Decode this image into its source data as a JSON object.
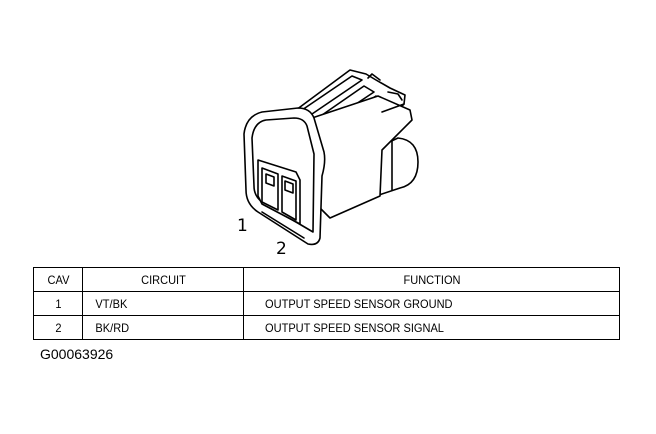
{
  "connector": {
    "pin_labels": [
      "1",
      "2"
    ]
  },
  "table": {
    "headers": [
      "CAV",
      "CIRCUIT",
      "FUNCTION"
    ],
    "rows": [
      {
        "cav": "1",
        "circuit": "VT/BK",
        "function": "OUTPUT SPEED SENSOR GROUND"
      },
      {
        "cav": "2",
        "circuit": "BK/RD",
        "function": "OUTPUT SPEED SENSOR SIGNAL"
      }
    ]
  },
  "figure_id": "G00063926"
}
